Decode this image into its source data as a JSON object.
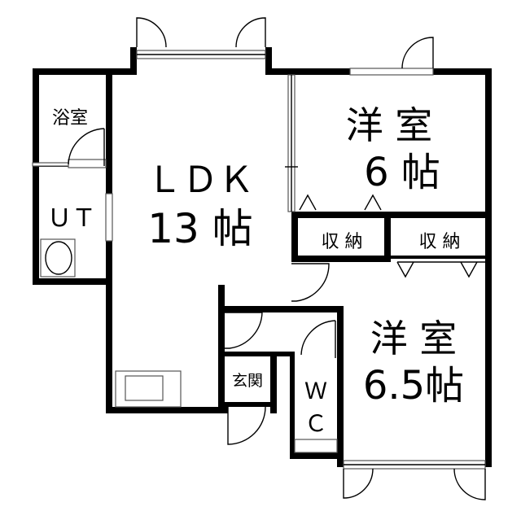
{
  "rooms": {
    "bath": "浴室",
    "utility": "ＵＴ",
    "ldk_name": "ＬＤＫ",
    "ldk_size": "13 帖",
    "western_a_name": "洋 室",
    "western_a_size": "6 帖",
    "storage_a": "収 納",
    "storage_b": "収 納",
    "western_b_name": "洋 室",
    "western_b_size": "6.5帖",
    "entrance": "玄関",
    "toilet_w": "Ｗ",
    "toilet_c": "Ｃ"
  },
  "colors": {
    "wall": "#000000",
    "background": "#ffffff",
    "fixture": "#555555"
  }
}
